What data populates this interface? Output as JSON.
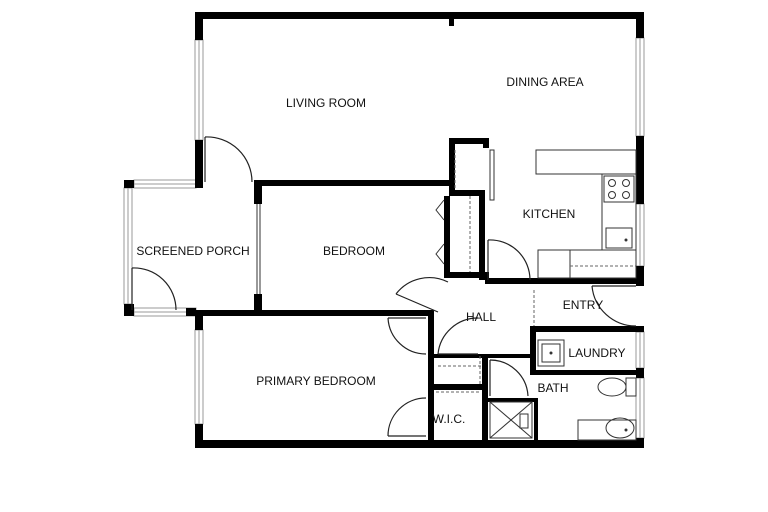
{
  "rooms": {
    "living_room": "LIVING ROOM",
    "dining_area": "DINING AREA",
    "kitchen": "KITCHEN",
    "screened_porch": "SCREENED PORCH",
    "bedroom": "BEDROOM",
    "hall": "HALL",
    "entry": "ENTRY",
    "laundry": "LAUNDRY",
    "primary_bedroom": "PRIMARY BEDROOM",
    "wic": "W.I.C.",
    "bath": "BATH"
  },
  "colors": {
    "wall": "#000000",
    "background": "#ffffff",
    "window": "#9a9a9a"
  }
}
